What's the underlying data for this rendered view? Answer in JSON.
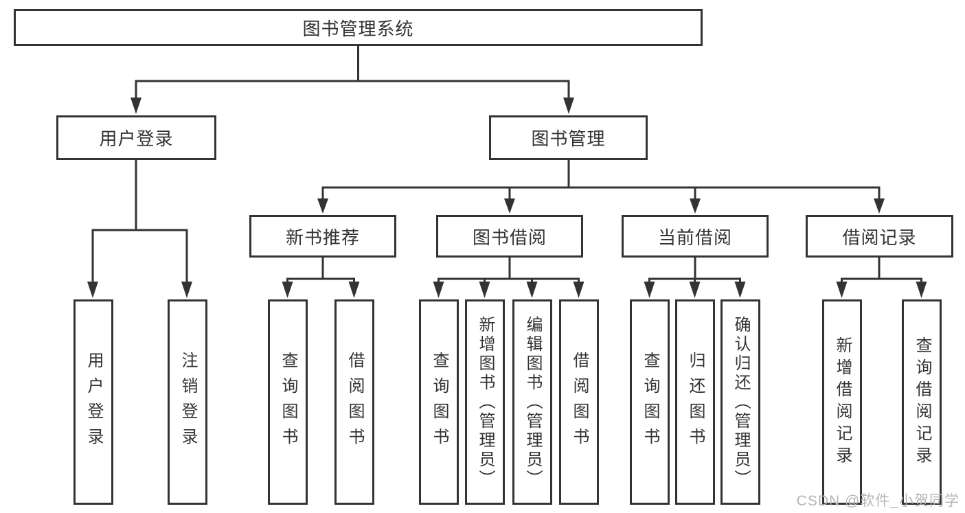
{
  "tree": {
    "label": "图书管理系统",
    "children": [
      {
        "label": "用户登录",
        "children": [
          {
            "label": "用户登录"
          },
          {
            "label": "注销登录"
          }
        ]
      },
      {
        "label": "图书管理",
        "children": [
          {
            "label": "新书推荐",
            "children": [
              {
                "label": "查询图书"
              },
              {
                "label": "借阅图书"
              }
            ]
          },
          {
            "label": "图书借阅",
            "children": [
              {
                "label": "查询图书"
              },
              {
                "label": "新增图书（管理员）"
              },
              {
                "label": "编辑图书（管理员）"
              },
              {
                "label": "借阅图书"
              }
            ]
          },
          {
            "label": "当前借阅",
            "children": [
              {
                "label": "查询图书"
              },
              {
                "label": "归还图书"
              },
              {
                "label": "确认归还（管理员）"
              }
            ]
          },
          {
            "label": "借阅记录",
            "children": [
              {
                "label": "新增借阅记录"
              },
              {
                "label": "查询借阅记录"
              }
            ]
          }
        ]
      }
    ]
  },
  "watermark": "CSDN @软件_小贺同学",
  "colors": {
    "line": "#333333",
    "text": "#333333",
    "background": "#ffffff",
    "watermark": "#b5b5b5"
  }
}
